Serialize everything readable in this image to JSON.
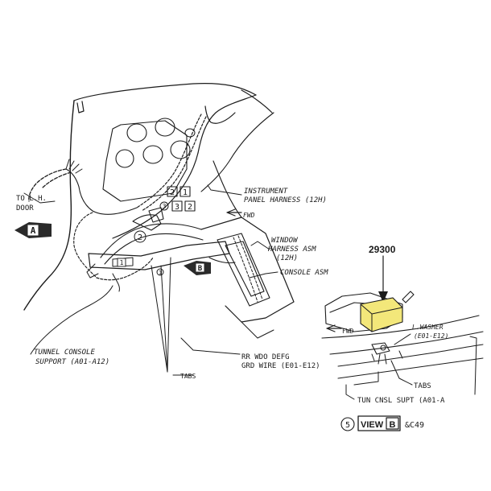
{
  "labels": {
    "to_lh_door_1": "TO L.H.",
    "to_lh_door_2": "DOOR",
    "view_a_letter": "A",
    "instrument_1": "INSTRUMENT",
    "instrument_2": "PANEL HARNESS (12H)",
    "fwd_upper": "FWD",
    "window_1": "WINDOW",
    "window_2": "HARNESS ASM",
    "window_3": "(12H)",
    "console_asm": "CONSOLE ASM",
    "part_number": "29300",
    "fwd_lower": "FWD",
    "lwasher_1": "L.WASHER",
    "lwasher_2": "(E01-E12)",
    "rr_wdo_1": "RR WDO DEFG",
    "rr_wdo_2": "GRD WIRE (E01-E12)",
    "tunnel_1": "TUNNEL CONSOLE",
    "tunnel_2": "SUPPORT (A01-A12)",
    "tabs_left": "TABS",
    "tabs_right": "TABS",
    "tun_cnsl": "TUN CNSL SUPT (A01-A",
    "circle_5": "5",
    "view_word": "VIEW",
    "view_letter": "B",
    "view_code": "&C49",
    "callout_2": "2",
    "callout_3": "3",
    "callout_1": "1",
    "box_2": "2",
    "box_1": "1",
    "box_3": "3",
    "box_2b": "2",
    "box_1_lower": "1",
    "box_b": "B"
  },
  "colors": {
    "ink": "#1c1c1c",
    "highlight": "#f3e77a",
    "dark_callout": "#2a2a2a"
  }
}
